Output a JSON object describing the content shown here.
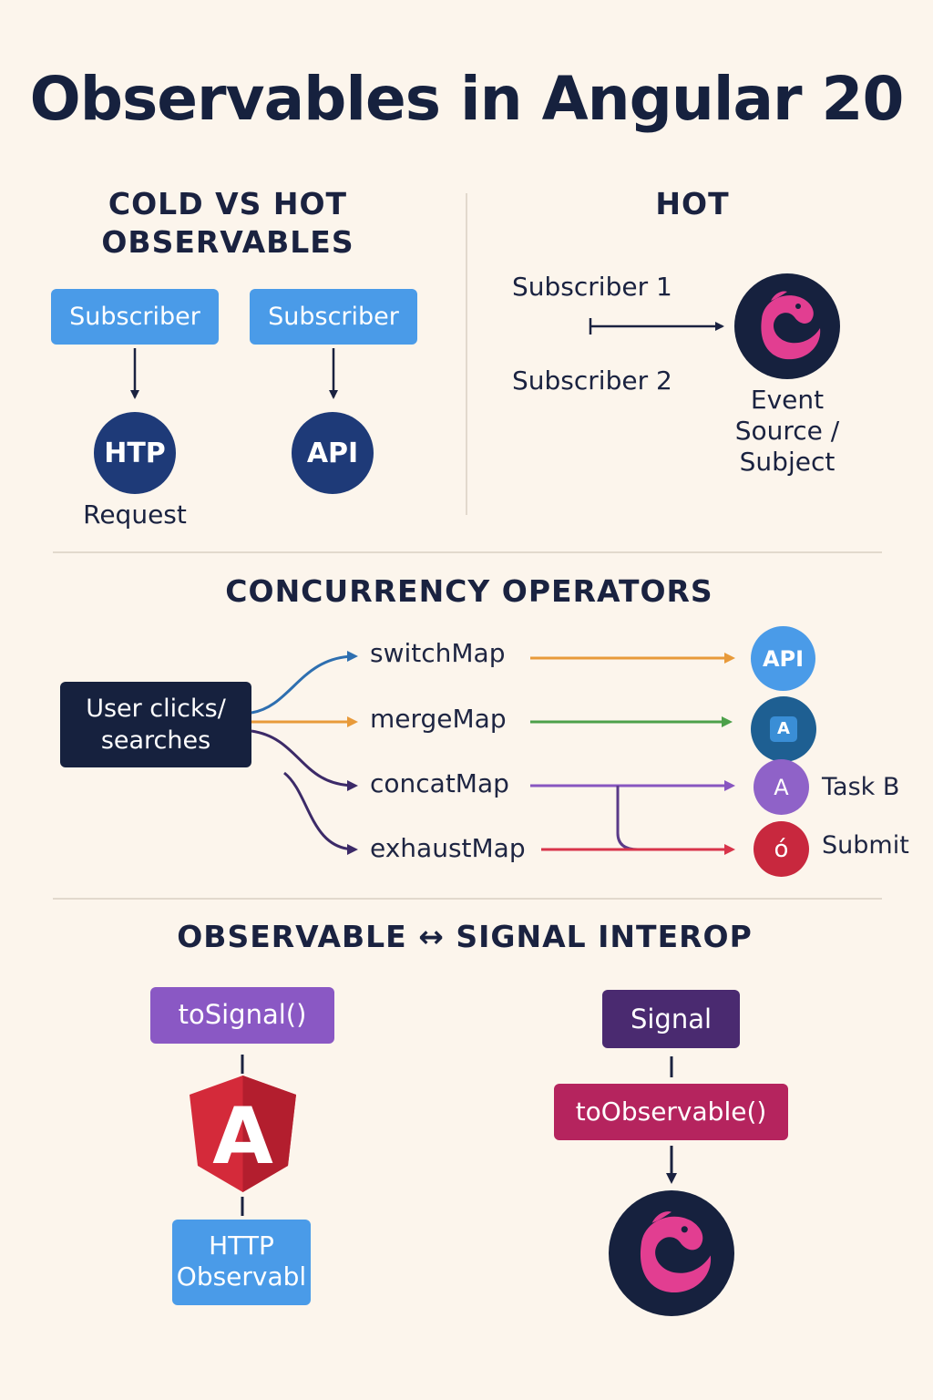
{
  "title": "Observables in Angular 20",
  "cold_hot": {
    "heading_line1": "COLD VS HOT",
    "heading_line2": "OBSERVABLES",
    "left_subscriber": "Subscriber",
    "left_circle": "HTP",
    "left_caption": "Request",
    "right_subscriber": "Subscriber",
    "right_circle": "API"
  },
  "hot": {
    "heading": "HOT",
    "subscriber1": "Subscriber 1",
    "subscriber2": "Subscriber 2",
    "source_line1": "Event",
    "source_line2": "Source /",
    "source_line3": "Subject"
  },
  "concurrency": {
    "heading": "CONCURRENCY OPERATORS",
    "source_line1": "User clicks/",
    "source_line2": "searches",
    "operators": [
      {
        "name": "switchMap",
        "target": "API",
        "target_label": ""
      },
      {
        "name": "mergeMap",
        "target": "A",
        "target_label": ""
      },
      {
        "name": "concatMap",
        "target": "A",
        "target_label": "Task B"
      },
      {
        "name": "exhaustMap",
        "target": "ó",
        "target_label": "Submit"
      }
    ]
  },
  "interop": {
    "heading": "OBSERVABLE ↔ SIGNAL INTEROP",
    "to_signal": "toSignal()",
    "angular_letter": "A",
    "http_line1": "HTTP",
    "http_line2": "Observabl",
    "signal": "Signal",
    "to_observable": "toObservable()"
  },
  "colors": {
    "background": "#fcf5ec",
    "navy": "#1e3a78",
    "blue": "#4a9be8",
    "purple": "#8856c0",
    "dark_purple": "#4a2a70",
    "magenta": "#b5245e",
    "angular_red": "#d42a3a",
    "orange": "#e89a3a",
    "green": "#4ca04a",
    "red": "#d8344a"
  }
}
